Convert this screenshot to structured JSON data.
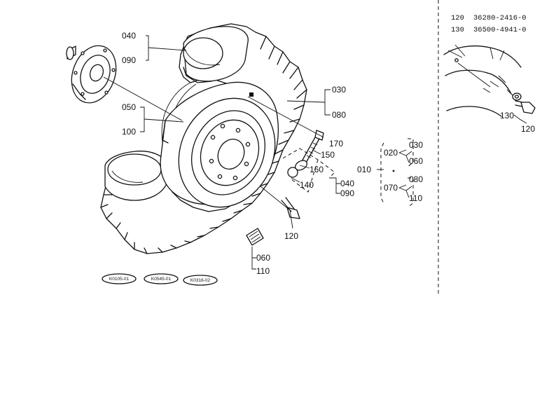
{
  "callouts": {
    "c010": "010",
    "c020": "020",
    "c030_a": "030",
    "c030_b": "030",
    "c040_a": "040",
    "c040_b": "040",
    "c050": "050",
    "c060_a": "060",
    "c060_b": "060",
    "c070": "070",
    "c080_a": "080",
    "c080_b": "080",
    "c090_a": "090",
    "c090_b": "090",
    "c100": "100",
    "c110_a": "110",
    "c110_b": "110",
    "c120_a": "120",
    "c120_b": "120",
    "c130": "130",
    "c140": "140",
    "c150": "150",
    "c160": "160",
    "c170": "170"
  },
  "parts_table": [
    {
      "ref": "120",
      "part_no": "36280-2416-0"
    },
    {
      "ref": "130",
      "part_no": "36500-4941-0"
    }
  ],
  "stamps": [
    "K0105-01",
    "K0545-01",
    "K0316-02"
  ]
}
